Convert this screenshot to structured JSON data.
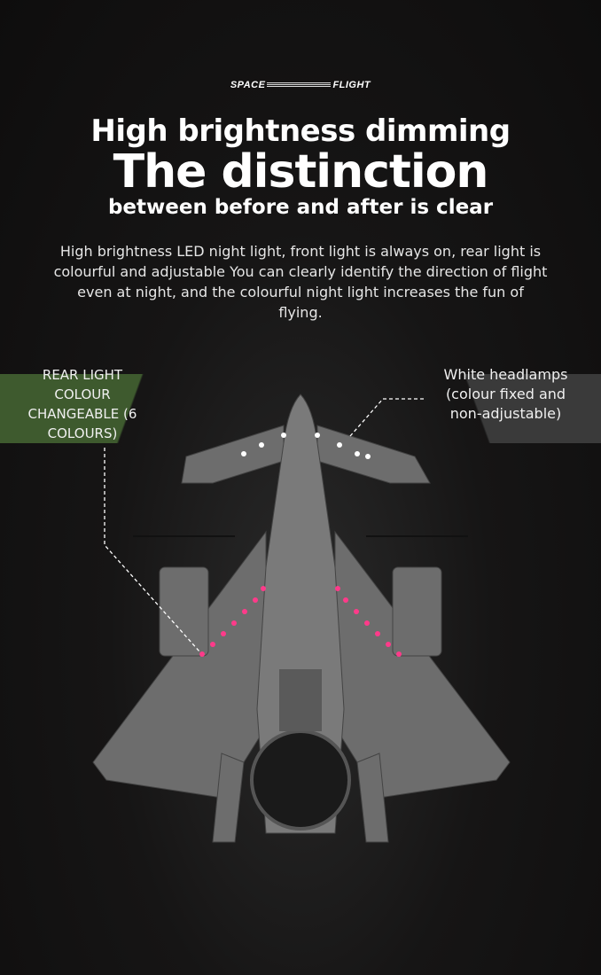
{
  "logo": {
    "left": "SPACE",
    "right": "FLIGHT"
  },
  "headline": {
    "line1": "High brightness dimming",
    "line2": "The distinction",
    "line3": "between before and after is clear"
  },
  "description": "High brightness LED night light, front light is always on, rear light is colourful and adjustable You can clearly identify the direction of flight even at night, and the colourful night light increases the fun of flying.",
  "callouts": {
    "rear": "REAR LIGHT COLOUR CHANGEABLE (6 COLOURS)",
    "front": "White headlamps (colour fixed and non-adjustable)"
  },
  "colors": {
    "rear_label_bg": "#3e5a2e",
    "front_label_bg": "#3a3a3a",
    "rear_led": "#ff3a8a",
    "front_led": "#ffffff"
  }
}
